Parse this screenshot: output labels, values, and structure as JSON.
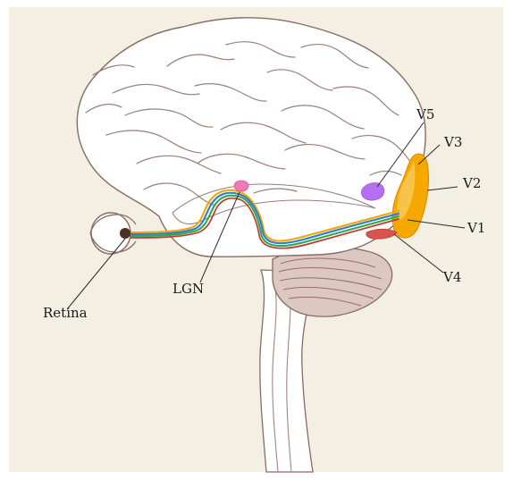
{
  "labels": {
    "v5": "V5",
    "v3": "V3",
    "v2": "V2",
    "v1": "V1",
    "v4": "V4",
    "lgn": "LGN",
    "retina": "Retina"
  },
  "colors": {
    "panel_background": "#f3efe3",
    "page_background": "#ffffff",
    "brain_outline": "#8a6b62",
    "v1_v3_area": "#f6a800",
    "v5_area": "#b66ff0",
    "v4_area": "#d9534f",
    "lgn": "#f07ab8",
    "cerebellum": "#dcc8c0",
    "cerebellum_lines": "#9b6b62",
    "optic_tract_colors": [
      "#f0a800",
      "#2e7bd6",
      "#2fa84f",
      "#c0392b"
    ]
  }
}
